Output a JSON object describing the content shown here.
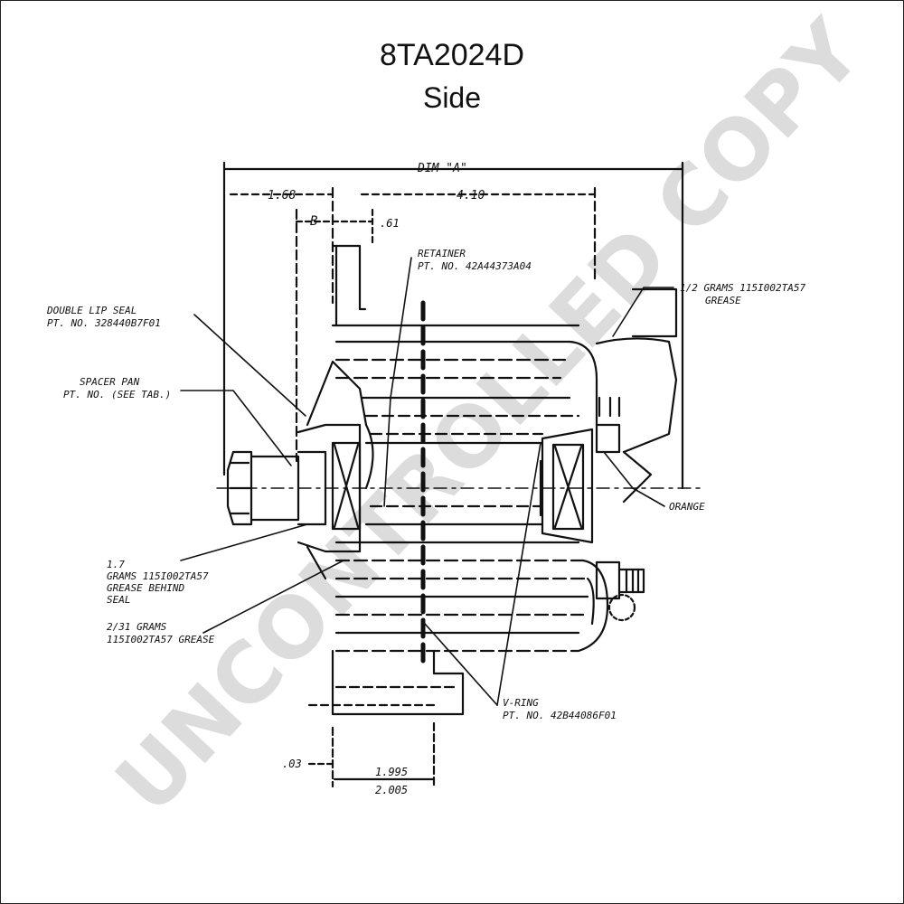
{
  "header": {
    "title": "8TA2024D",
    "subtitle": "Side"
  },
  "watermark": "UNCONTROLLED COPY",
  "dimensions": {
    "dim_a": "DIM \"A\"",
    "d168": "1.68",
    "d410": "4.10",
    "b": "B",
    "d61": ".61",
    "d03": ".03",
    "d1995": "1.995",
    "d2005": "2.005"
  },
  "callouts": {
    "retainer": [
      "RETAINER",
      "PT. NO. 42A44373A04"
    ],
    "seal": [
      "DOUBLE LIP SEAL",
      "PT. NO. 328440B7F01"
    ],
    "spacer": [
      "SPACER PAN",
      "PT. NO. (SEE TAB.)"
    ],
    "grease_top": [
      "1/2 GRAMS 115I002TA57",
      "GREASE"
    ],
    "orange": "ORANGE",
    "grease_mid": [
      "1.7",
      "GRAMS 115I002TA57",
      "GREASE BEHIND",
      "SEAL"
    ],
    "grease_low": [
      "2/31 GRAMS",
      "115I002TA57 GREASE"
    ],
    "vring": [
      "V-RING",
      "PT. NO. 42B44086F01"
    ]
  },
  "colors": {
    "ink": "#111111",
    "watermark": "#d9d9d9"
  }
}
